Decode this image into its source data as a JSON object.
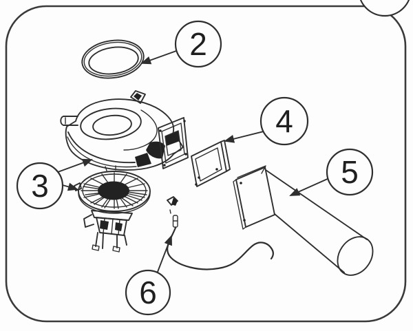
{
  "page": {
    "background": "#fdfdfd",
    "line_color": "#2e2e2e",
    "dark_fill": "#222222"
  },
  "diagram": {
    "kind": "exploded-parts-diagram",
    "callouts": [
      {
        "label": "2",
        "part": "seal-ring"
      },
      {
        "label": "3",
        "part": "blower-housing-wheel-motor"
      },
      {
        "label": "4",
        "part": "outlet-gasket"
      },
      {
        "label": "5",
        "part": "exhaust-duct"
      },
      {
        "label": "6",
        "part": "sensor-wire-harness"
      }
    ],
    "partial_callout": {
      "label": ""
    }
  }
}
